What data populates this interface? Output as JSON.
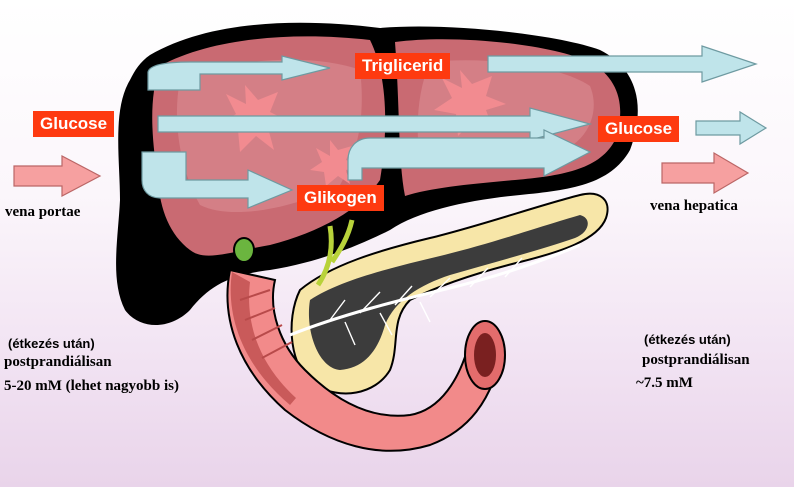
{
  "labels": {
    "glucose_in": "Glucose",
    "trigliceride": "Triglicerid",
    "glucose_out": "Glucose",
    "glikogen": "Glikogen"
  },
  "vessels": {
    "portal": "vena portae",
    "hepatic": "vena hepatica"
  },
  "left_panel": {
    "note": "(étkezés után)",
    "line1": "postprandiálisan",
    "line2": "5-20 mM (lehet nagyobb is)"
  },
  "right_panel": {
    "note": "(étkezés után)",
    "line1": "postprandiálisan",
    "line2": "~7.5 mM"
  },
  "colors": {
    "tag_background": "#fe3a10",
    "flow_arrow": "#bfe4ea",
    "vessel_arrow": "#f6a0a0",
    "liver_tissue": "#c96a72",
    "liver_outline": "#000000",
    "pancreas": "#f7e6a8",
    "duodenum": "#f28a8a"
  },
  "icons": [
    "flow-arrow",
    "portal-vein-arrow",
    "hepatic-vein-arrow"
  ]
}
